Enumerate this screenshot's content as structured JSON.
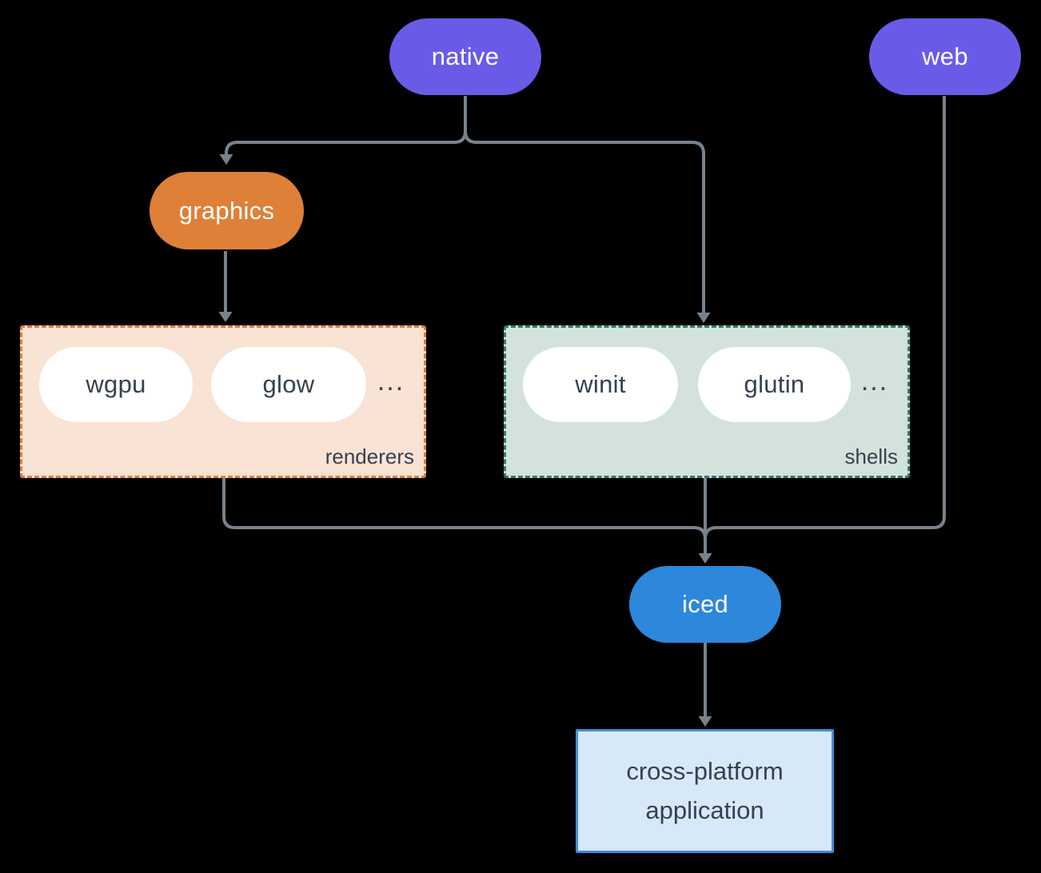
{
  "nodes": {
    "native": "native",
    "web": "web",
    "graphics": "graphics",
    "wgpu": "wgpu",
    "glow": "glow",
    "winit": "winit",
    "glutin": "glutin",
    "iced": "iced",
    "application": "cross-platform application"
  },
  "groups": {
    "renderers": {
      "label": "renderers",
      "more": "..."
    },
    "shells": {
      "label": "shells",
      "more": "..."
    }
  },
  "colors": {
    "background": "#000000",
    "platform_pill": "#695BE8",
    "graphics_pill": "#DF8038",
    "iced_pill": "#2D87DB",
    "renderers_fill": "#F9E3D4",
    "renderers_border": "#DD7E35",
    "shells_fill": "#D4E2DC",
    "shells_border": "#2F7A6B",
    "app_fill": "#D7E9F8",
    "app_border": "#3D8FDC",
    "connector": "#77828D",
    "dark_text": "#35414F",
    "light_text": "#FFFFFF"
  }
}
